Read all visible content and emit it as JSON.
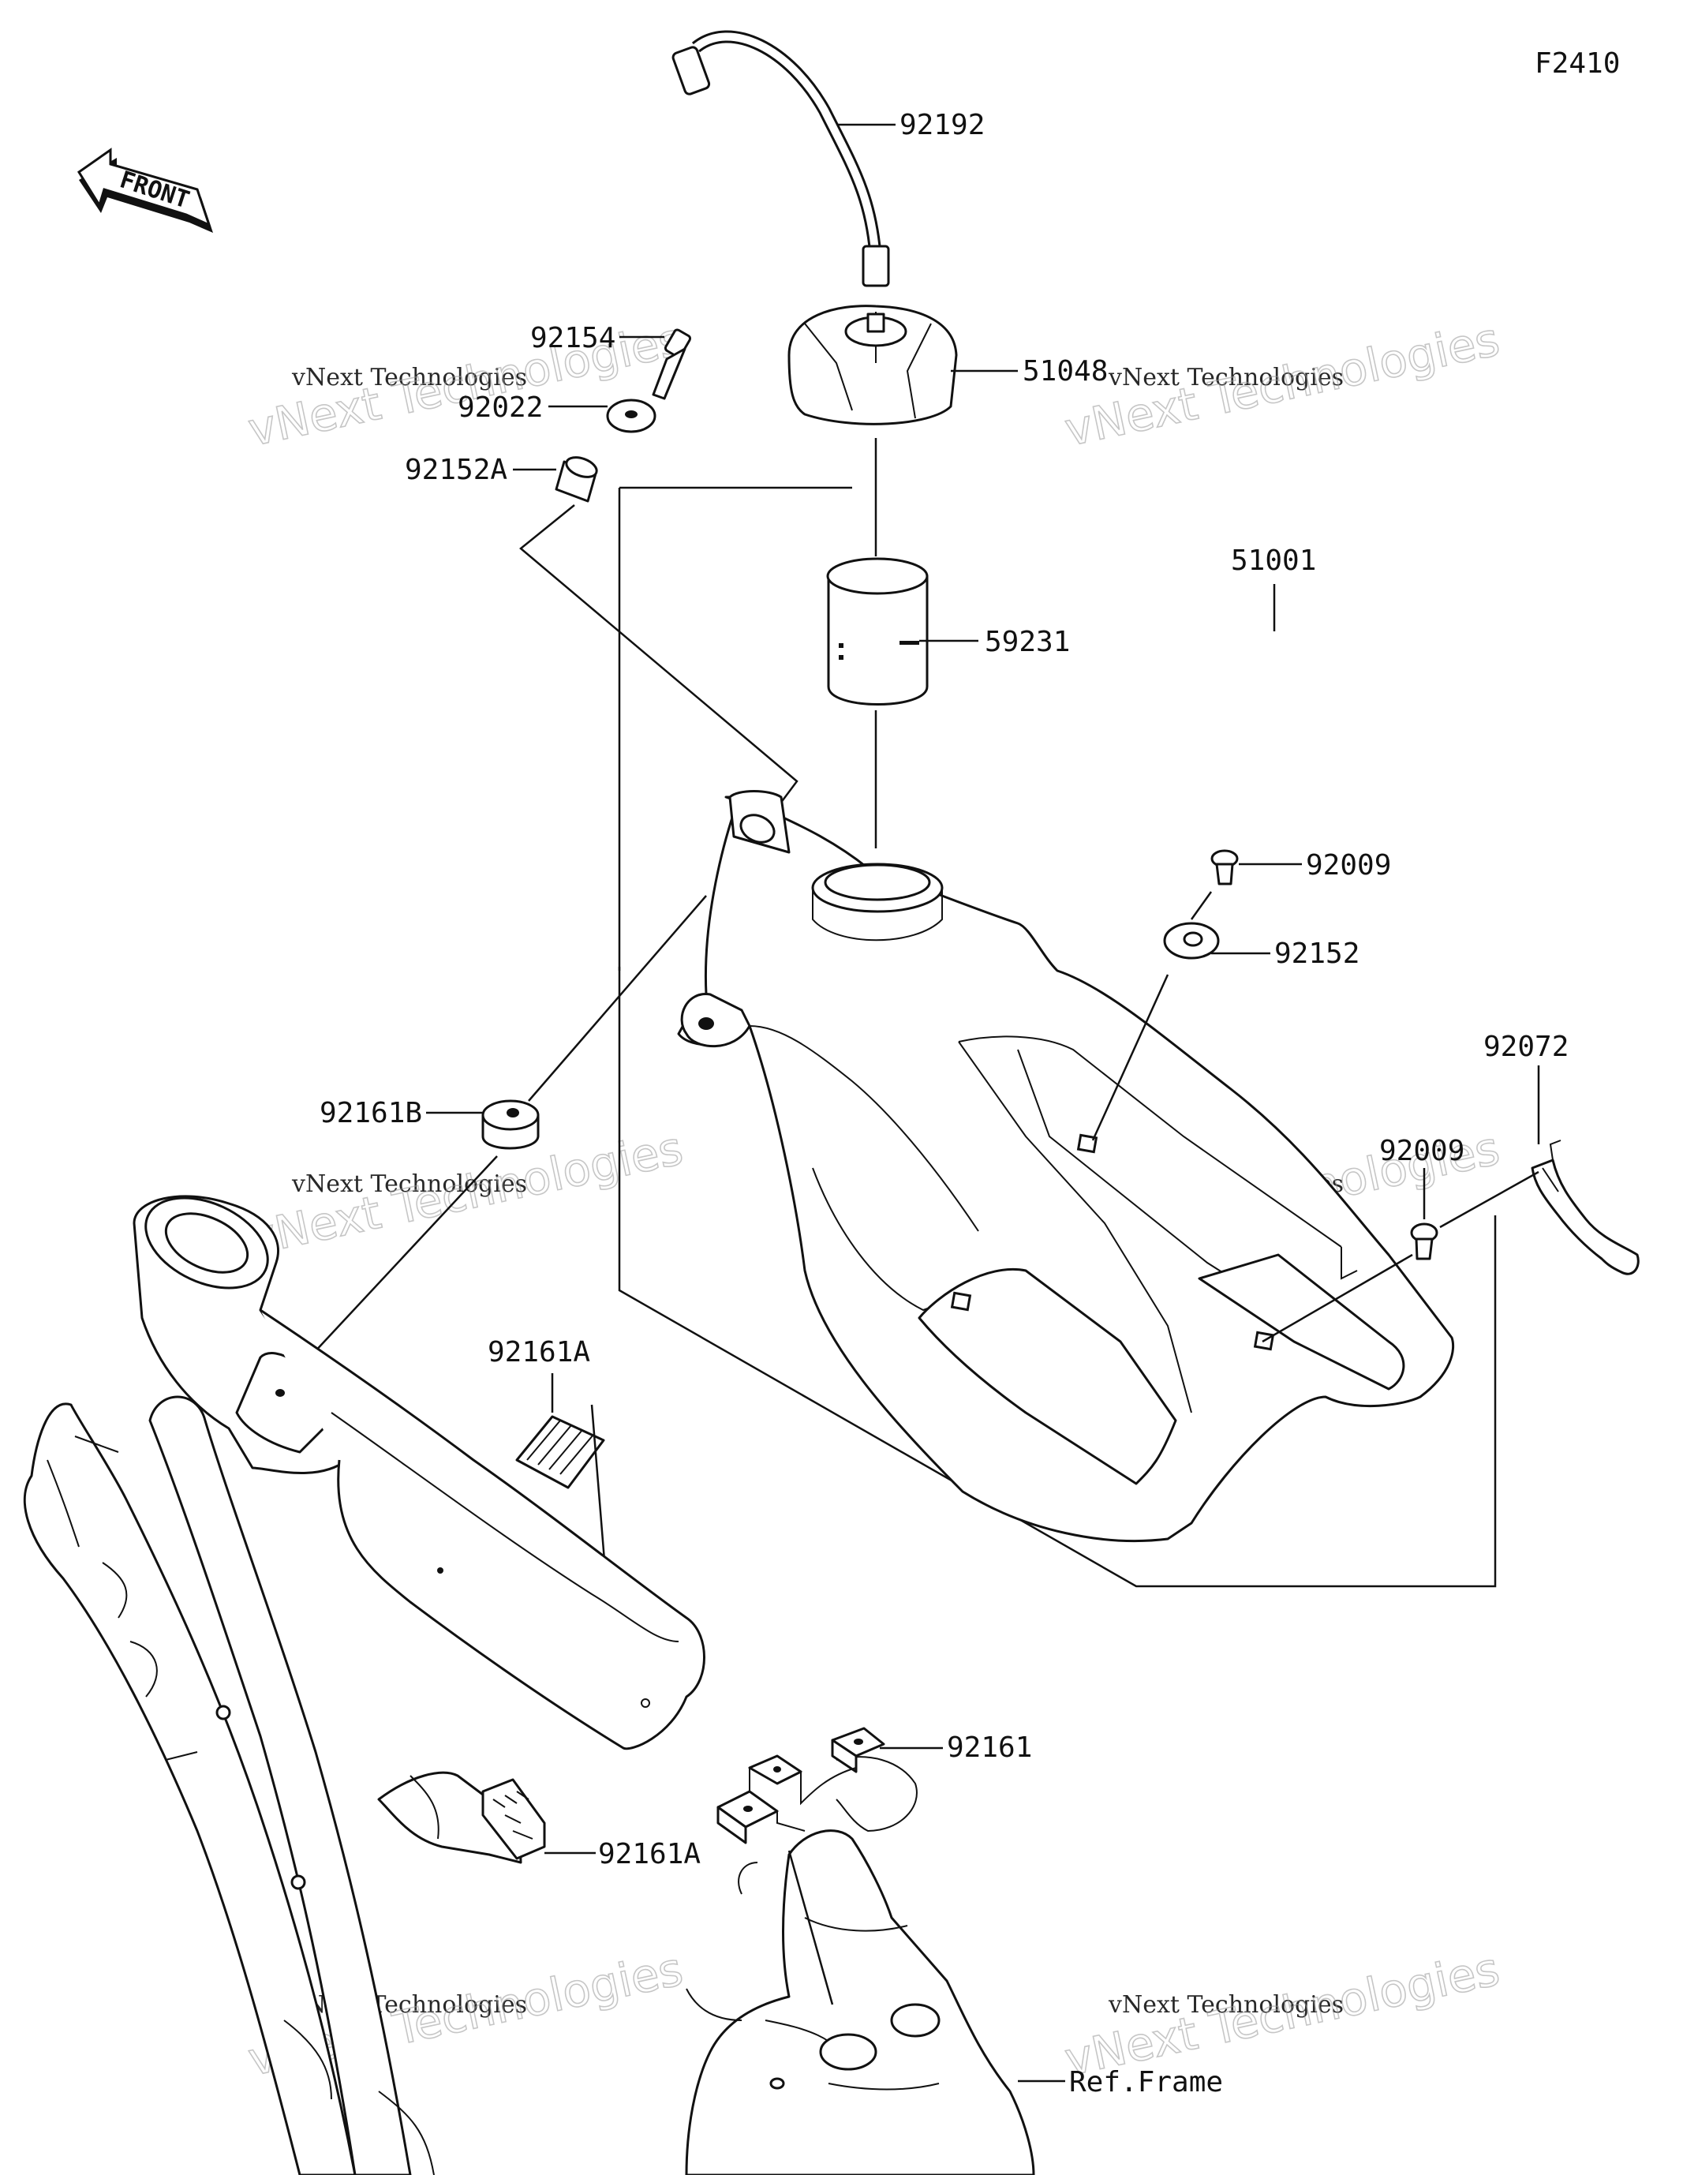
{
  "figure_code": "F2410",
  "front_label": "FRONT",
  "watermark_line1": "vNext Technologies",
  "watermark_line2": "vNext Technologies",
  "parts": {
    "p92192": "92192",
    "p92154": "92154",
    "p92022": "92022",
    "p51048": "51048",
    "p92152A": "92152A",
    "p51001": "51001",
    "p59231": "59231",
    "p92009a": "92009",
    "p92152": "92152",
    "p92072": "92072",
    "p92161B": "92161B",
    "p92009b": "92009",
    "p92161A_top": "92161A",
    "p92161": "92161",
    "p92161A_bottom": "92161A",
    "ref_frame": "Ref.Frame"
  }
}
